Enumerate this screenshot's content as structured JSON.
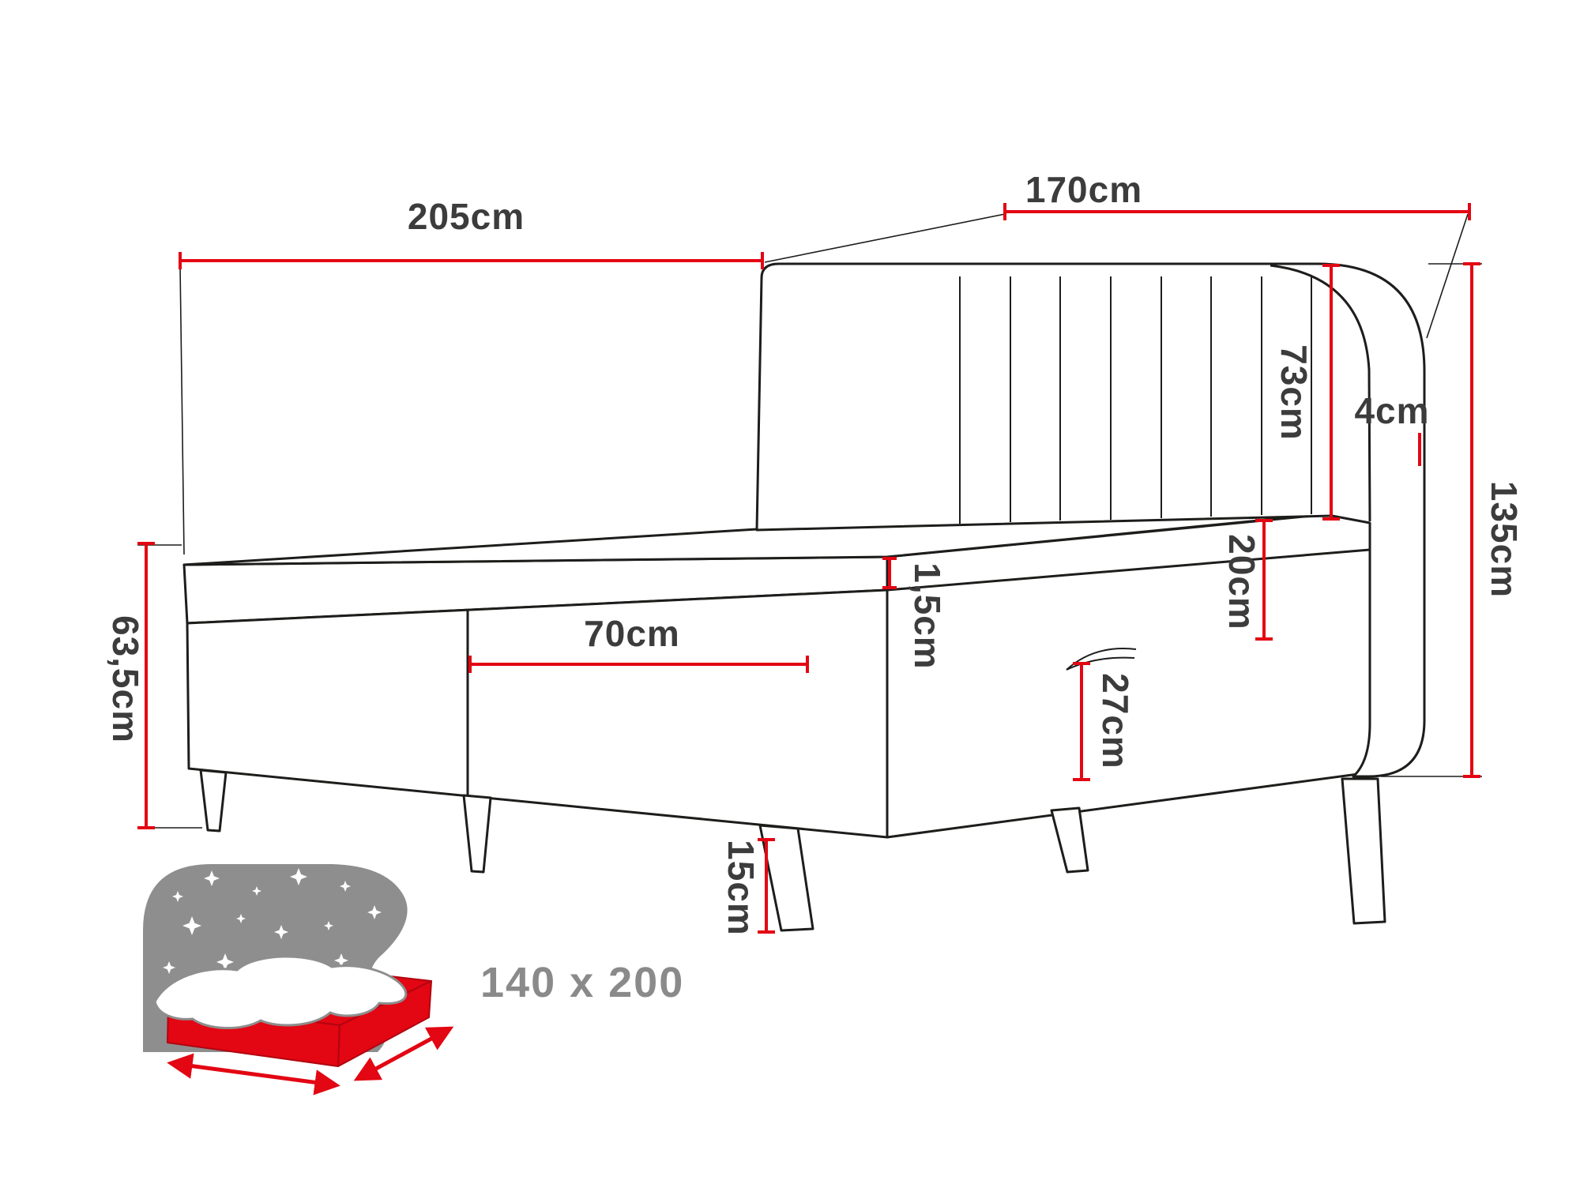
{
  "diagram": {
    "product": "upholstered-bed-dimension-drawing",
    "dims": {
      "length": "205cm",
      "width": "170cm",
      "headboard_height": "73cm",
      "headboard_depth": "4cm",
      "total_height": "135cm",
      "base_height": "63,5cm",
      "storage_width": "70cm",
      "mattress_lip": "1,5cm",
      "mattress_height": "20cm",
      "box_height": "27cm",
      "leg_height": "15cm"
    },
    "sleeping_area": "140 x 200",
    "colors": {
      "dimension_red": "#e30613",
      "outline_black": "#1d1d1b",
      "label_gray": "#3c3c3c",
      "icon_gray": "#8e8e8e",
      "size_label_gray": "#8a8a8a"
    }
  }
}
